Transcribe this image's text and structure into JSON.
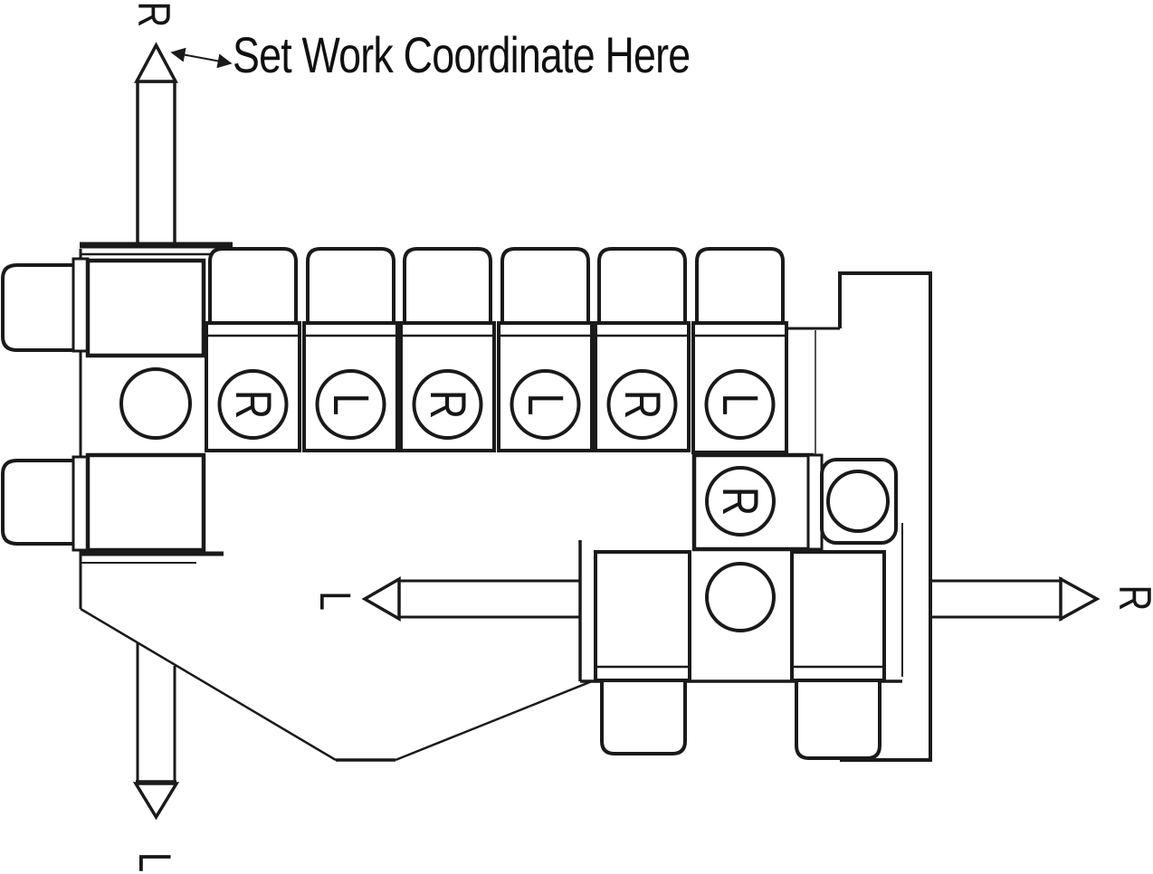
{
  "annotation": {
    "text": "Set Work Coordinate Here"
  },
  "axis_labels": {
    "vertical_top": "R",
    "vertical_bottom": "L",
    "horizontal_left": "L",
    "horizontal_right": "R"
  },
  "tool_stations": {
    "top_row_letters": [
      "R",
      "L",
      "R",
      "L",
      "R",
      "L"
    ],
    "side_station_letter": "R"
  },
  "colors": {
    "line": "#1a1a1a",
    "background": "#ffffff"
  }
}
